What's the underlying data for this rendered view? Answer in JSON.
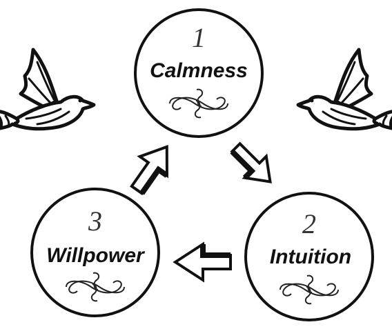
{
  "nodes": [
    {
      "number": "1",
      "label": "Calmness"
    },
    {
      "number": "2",
      "label": "Intuition"
    },
    {
      "number": "3",
      "label": "Willpower"
    }
  ],
  "cycle": [
    "Calmness",
    "Intuition",
    "Willpower",
    "Calmness"
  ],
  "icons": [
    "dove-icon-left",
    "dove-icon-right",
    "flourish-ornament-icon"
  ],
  "colors": {
    "stroke": "#111111",
    "background": "#ffffff"
  }
}
